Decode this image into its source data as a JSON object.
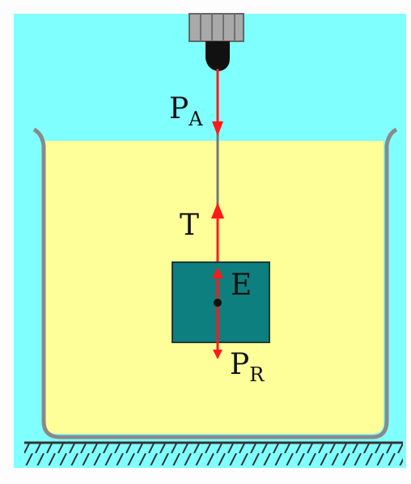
{
  "labels": {
    "force_top": {
      "main": "P",
      "sub": "A"
    },
    "tension": "T",
    "buoyancy": "E",
    "weight": {
      "main": "P",
      "sub": "R"
    }
  },
  "colors": {
    "background": "#80ffff",
    "liquid": "#ffff99",
    "block": "#0d7f7f",
    "force_arrow": "#ff1a1a",
    "wire": "#777777",
    "clamp_metal": "#a9a9a9",
    "hook": "#111111",
    "ground": "#333333"
  }
}
